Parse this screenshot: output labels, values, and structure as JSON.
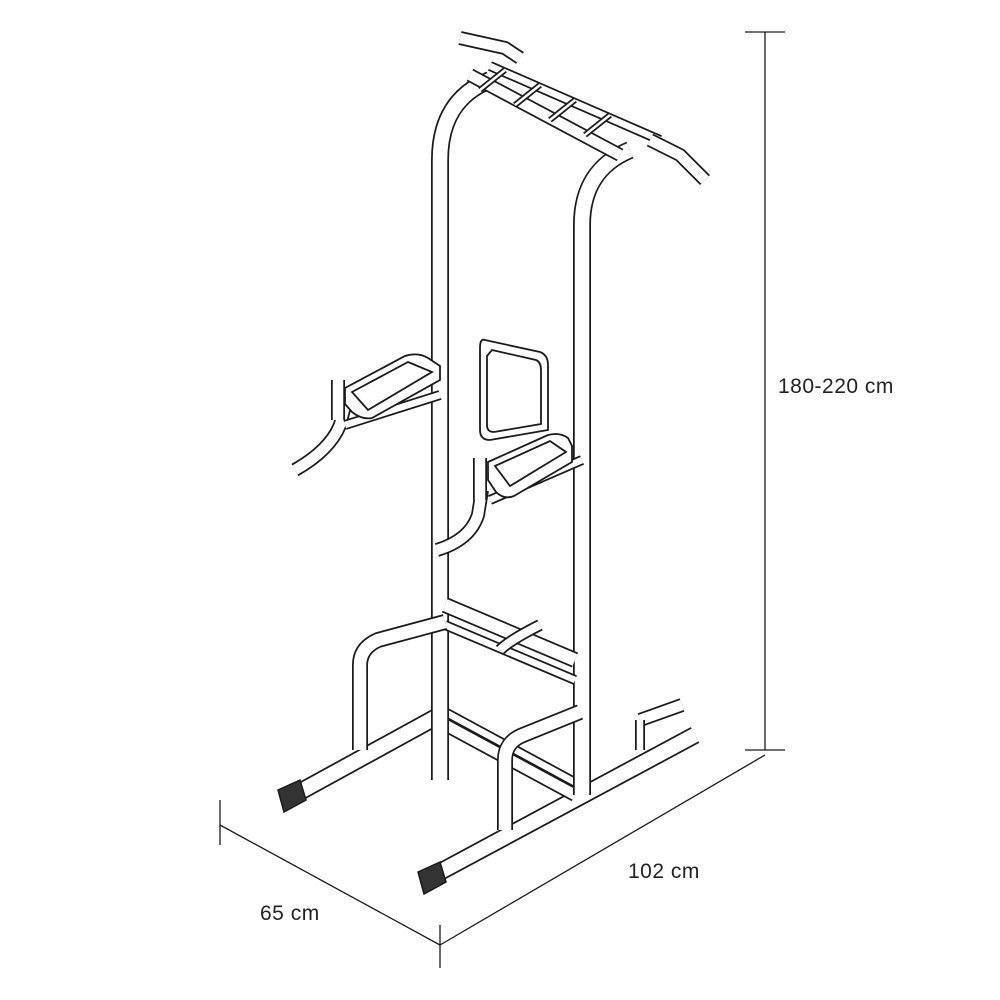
{
  "dimensions": {
    "height": "180-220 cm",
    "length": "102 cm",
    "depth": "65 cm"
  },
  "colors": {
    "line": "#1a1a1a",
    "background": "#ffffff"
  }
}
